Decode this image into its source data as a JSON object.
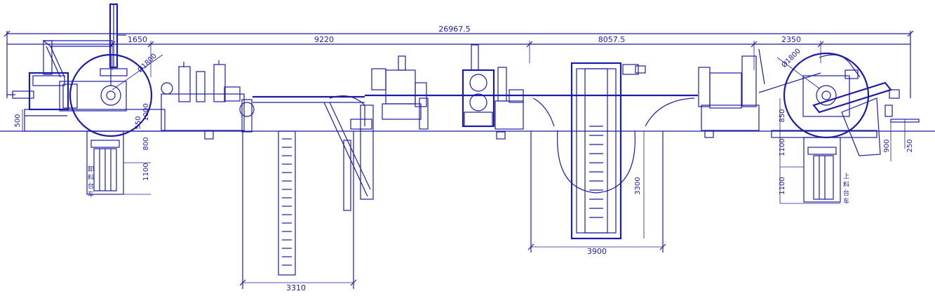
{
  "dimensions": {
    "total_length": "26967.5",
    "seg_1650": "1650",
    "seg_9220": "9220",
    "seg_8057": "8057.5",
    "seg_2350": "2350",
    "pit_left_width": "3310",
    "pit_center_width": "3900",
    "pit_center_depth": "3300",
    "left_coil_dia": "Ø1800",
    "right_coil_dia": "Ø1800",
    "left_height_500": "500",
    "left_height_550": "550",
    "left_height_1000": "1000",
    "left_height_800": "800",
    "left_height_1100": "1100",
    "right_height_850": "850",
    "right_height_1100": "1100",
    "right_height_1100_lower": "1100",
    "right_height_900": "900",
    "right_height_250": "250"
  },
  "labels": {
    "unloading_car": [
      "卸",
      "料",
      "台",
      "车"
    ],
    "loading_car": [
      "上",
      "料",
      "台",
      "车"
    ]
  },
  "colors": {
    "line": "#1c1ca6",
    "background": "#ffffff"
  }
}
